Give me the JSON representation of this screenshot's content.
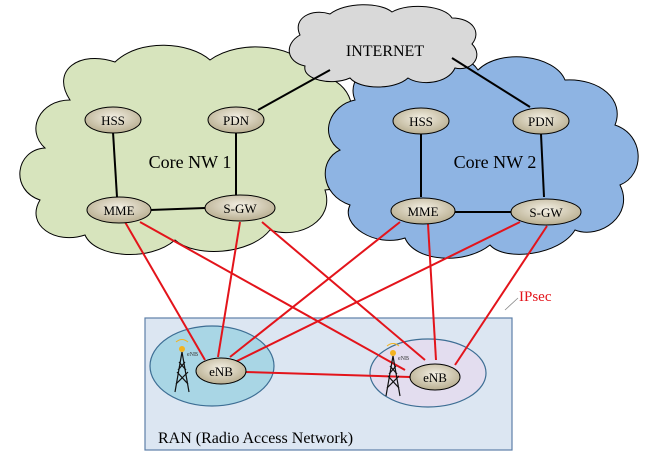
{
  "internet": {
    "label": "INTERNET"
  },
  "core1": {
    "label": "Core NW 1",
    "nodes": {
      "hss": "HSS",
      "pdn": "PDN",
      "mme": "MME",
      "sgw": "S-GW"
    }
  },
  "core2": {
    "label": "Core NW 2",
    "nodes": {
      "hss": "HSS",
      "pdn": "PDN",
      "mme": "MME",
      "sgw": "S-GW"
    }
  },
  "ran": {
    "label": "RAN (Radio Access Network)",
    "enb_left": "eNB",
    "enb_right": "eNB",
    "tower_left_caption": "eNB",
    "tower_right_caption": "eNB"
  },
  "annotation": {
    "ipsec": "IPsec"
  },
  "colors": {
    "core1_fill": "#d7e4bd",
    "core2_fill": "#8eb4e3",
    "internet_fill": "#d9d9d9",
    "ran_fill": "#dce6f2",
    "ran_border": "#5d7fa8",
    "cell_left_fill": "#a9d6e5",
    "cell_right_fill": "#e3ddef",
    "ipsec_link": "#e3141b",
    "core_link": "#000000",
    "node_fill": "#d9d3bf"
  }
}
